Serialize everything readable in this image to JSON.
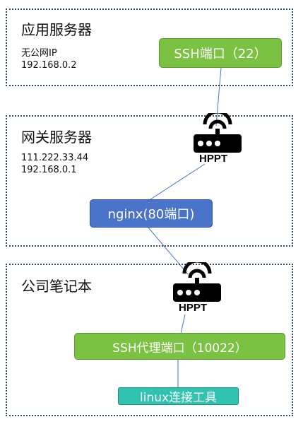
{
  "zones": {
    "app_server": {
      "title": "应用服务器",
      "lines": [
        "无公网IP",
        "192.168.0.2"
      ],
      "port_node": "SSH端口（22）"
    },
    "gateway_server": {
      "title": "网关服务器",
      "lines": [
        "111.222.33.44",
        "192.168.0.1"
      ],
      "nginx_node": "nginx(80端口)"
    },
    "laptop": {
      "title": "公司笔记本",
      "proxy_node": "SSH代理端口（10022）",
      "tool_node": "linux连接工具"
    }
  },
  "routers": [
    {
      "label": "HPPT",
      "icon": "router-icon"
    },
    {
      "label": "HPPT",
      "icon": "router-icon"
    }
  ],
  "colors": {
    "zone_border": "#2f4a6b",
    "green_node": "#7cc242",
    "blue_node": "#4a74c9",
    "teal_node": "#2fc3b0",
    "link": "#4a74c9"
  }
}
